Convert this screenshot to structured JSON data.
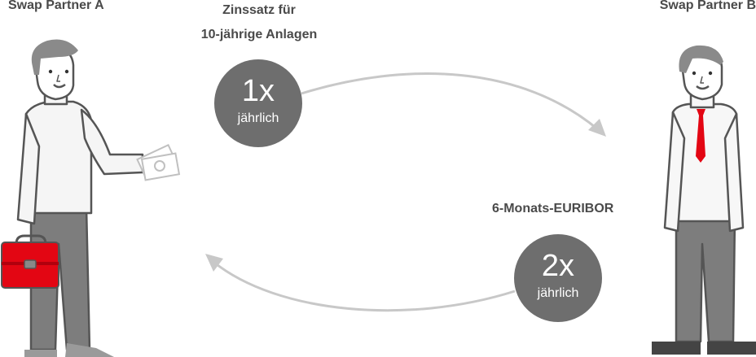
{
  "partner_a": {
    "label": "Swap Partner A"
  },
  "partner_b": {
    "label": "Swap Partner B"
  },
  "flow_fixed": {
    "label_line1": "Zinssatz für",
    "label_line2": "10-jährige Anlagen",
    "frequency": "1x",
    "unit": "jährlich"
  },
  "flow_floating": {
    "label": "6-Monats-EURIBOR",
    "frequency": "2x",
    "unit": "jährlich"
  },
  "colors": {
    "accent_red": "#e30613",
    "badge_gray": "#6e6e6e",
    "arrow_gray": "#c8c8c8",
    "outline": "#555555"
  }
}
